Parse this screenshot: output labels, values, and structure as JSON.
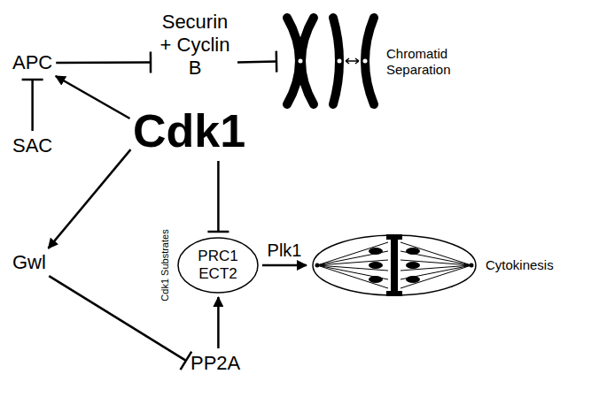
{
  "diagram": {
    "nodes": [
      {
        "text": [
          "APC"
        ]
      },
      {
        "text": [
          "SAC"
        ]
      },
      {
        "text": [
          "Securin + Cyclin B"
        ]
      },
      {
        "text": [
          "Chromatid Separation"
        ]
      },
      {
        "text": [
          "Cdk1"
        ]
      },
      {
        "text": [
          "Gwl"
        ]
      },
      {
        "text": [
          "Cdk1 Substrates",
          "PRC1 ECT2"
        ]
      },
      {
        "text": [
          "PP2A"
        ]
      },
      {
        "text": [
          "Cytokinesis"
        ]
      }
    ],
    "edges": [
      {
        "from": 1,
        "to": 0,
        "arrow": "to"
      },
      {
        "from": 0,
        "to": 2,
        "arrow": "to"
      },
      {
        "from": 2,
        "to": 3,
        "arrow": "to"
      },
      {
        "from": 4,
        "to": 0,
        "arrow": "to"
      },
      {
        "from": 4,
        "to": 5,
        "arrow": "to"
      },
      {
        "from": 4,
        "to": 6,
        "arrow": "to"
      },
      {
        "from": 5,
        "to": 7,
        "arrow": "to"
      },
      {
        "from": 7,
        "to": 6,
        "arrow": "to"
      },
      {
        "from": 6,
        "to": 8,
        "label": "Plk1",
        "arrow": "to"
      }
    ]
  }
}
